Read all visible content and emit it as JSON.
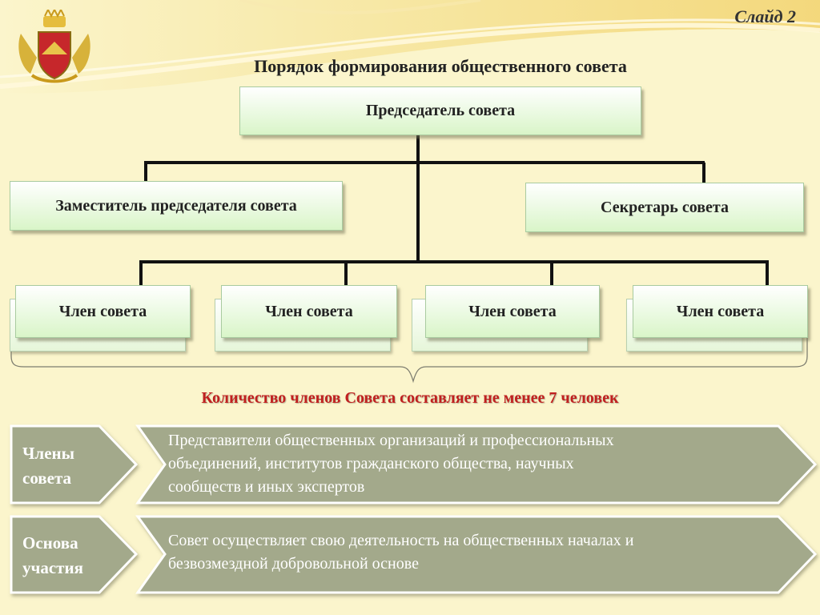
{
  "slide_label": "Слайд 2",
  "title": "Порядок формирования общественного совета",
  "chairman": "Председатель совета",
  "deputy": "Заместитель председателя совета",
  "secretary": "Секретарь совета",
  "members": [
    "Член совета",
    "Член совета",
    "Член совета",
    "Член совета"
  ],
  "member_count_note": "Количество членов Совета составляет не менее 7 человек",
  "rows": [
    {
      "label_line1": "Члены",
      "label_line2": "совета",
      "text_lines": [
        "Представители общественных организаций и  профессиональных",
        "объединений, институтов гражданского общества, научных",
        "сообществ и иных экспертов"
      ]
    },
    {
      "label_line1": "Основа",
      "label_line2": "участия",
      "text_lines": [
        "Совет осуществляет свою деятельность на общественных началах и",
        "безвозмездной добровольной основе"
      ]
    }
  ],
  "colors": {
    "background": "#fbf5cc",
    "box_fill": "#d9f5c8",
    "chevron_fill": "#a3a98b",
    "note_red": "#c0201f"
  },
  "icons": {
    "emblem": "voronezh-coat-of-arms"
  }
}
